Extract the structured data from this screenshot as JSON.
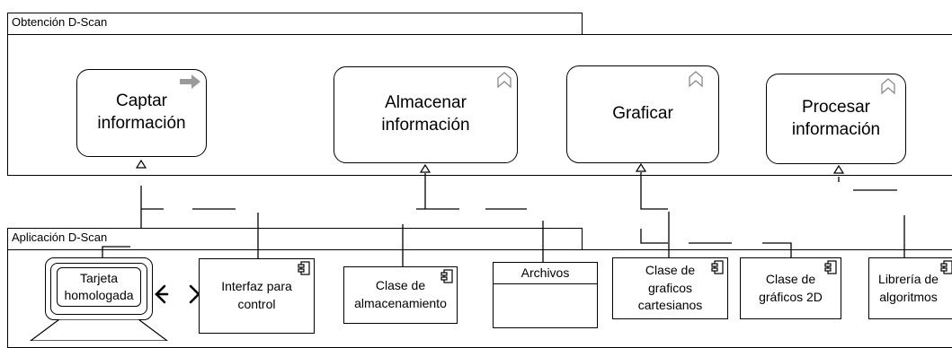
{
  "layers": {
    "top_label": "Obtención D-Scan",
    "bottom_label": "Aplicación D-Scan"
  },
  "processes": [
    {
      "label": "Captar\ninformación",
      "icon": "arrow-right-icon"
    },
    {
      "label": "Almacenar\ninformación",
      "icon": "chevron-up-icon"
    },
    {
      "label": "Graficar",
      "icon": "chevron-up-icon"
    },
    {
      "label": "Procesar\ninformación",
      "icon": "chevron-up-icon"
    }
  ],
  "device": {
    "label": "Tarjeta\nhomologada"
  },
  "components": [
    {
      "label": "Interfaz para\ncontrol",
      "icon": "component-icon"
    },
    {
      "label": "Clase de\nalmacenamiento",
      "icon": "component-icon"
    },
    {
      "label": "Clase de\ngraficos\ncartesianos",
      "icon": "component-icon"
    },
    {
      "label": "Clase de\ngráficos 2D",
      "icon": "component-icon"
    },
    {
      "label": "Librería de\nalgoritmos",
      "icon": "component-icon"
    }
  ],
  "artifact": {
    "label": "Archivos"
  }
}
